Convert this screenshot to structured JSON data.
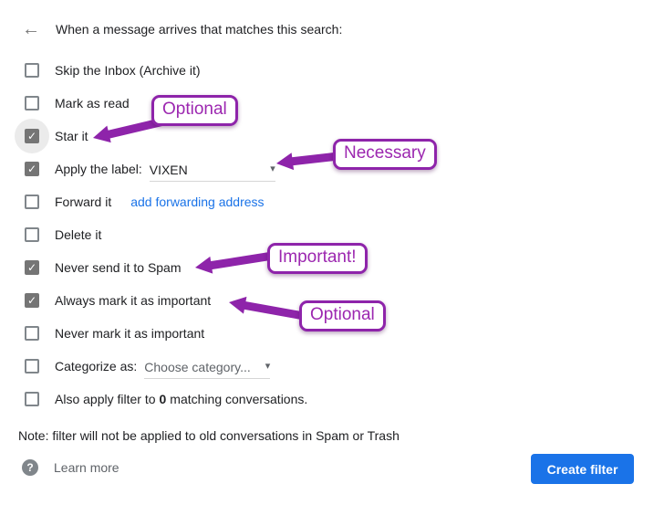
{
  "header": {
    "title": "When a message arrives that matches this search:"
  },
  "icons": {
    "back_arrow": "←",
    "dropdown_caret": "▾",
    "help": "?",
    "checkmark": "✓"
  },
  "rows": [
    {
      "label": "Skip the Inbox (Archive it)",
      "checked": false
    },
    {
      "label": "Mark as read",
      "checked": false
    },
    {
      "label": "Star it",
      "checked": true,
      "halo": true
    },
    {
      "label": "Apply the label:",
      "checked": true,
      "dropdown_value": "VIXEN"
    },
    {
      "label": "Forward it",
      "checked": false,
      "link_text": "add forwarding address"
    },
    {
      "label": "Delete it",
      "checked": false
    },
    {
      "label": "Never send it to Spam",
      "checked": true
    },
    {
      "label": "Always mark it as important",
      "checked": true
    },
    {
      "label": "Never mark it as important",
      "checked": false
    },
    {
      "label": "Categorize as:",
      "checked": false,
      "dropdown_value": "Choose category..."
    },
    {
      "label": "Also apply filter to",
      "checked": false,
      "bold_value": "0",
      "label_suffix": "matching conversations."
    }
  ],
  "note": "Note: filter will not be applied to old conversations in Spam or Trash",
  "footer": {
    "learn_more": "Learn more",
    "create_button": "Create filter"
  },
  "annotations": [
    {
      "text": "Optional"
    },
    {
      "text": "Necessary"
    },
    {
      "text": "Important!"
    },
    {
      "text": "Optional"
    }
  ],
  "colors": {
    "button_blue": "#1a73e8",
    "link_blue": "#1a73e8",
    "annotation_purple": "#8e24aa",
    "annotation_text_purple": "#9c27b0",
    "checkbox_checked_gray": "#757575",
    "checkbox_border_gray": "#80868b",
    "halo_gray": "#ebebeb"
  }
}
